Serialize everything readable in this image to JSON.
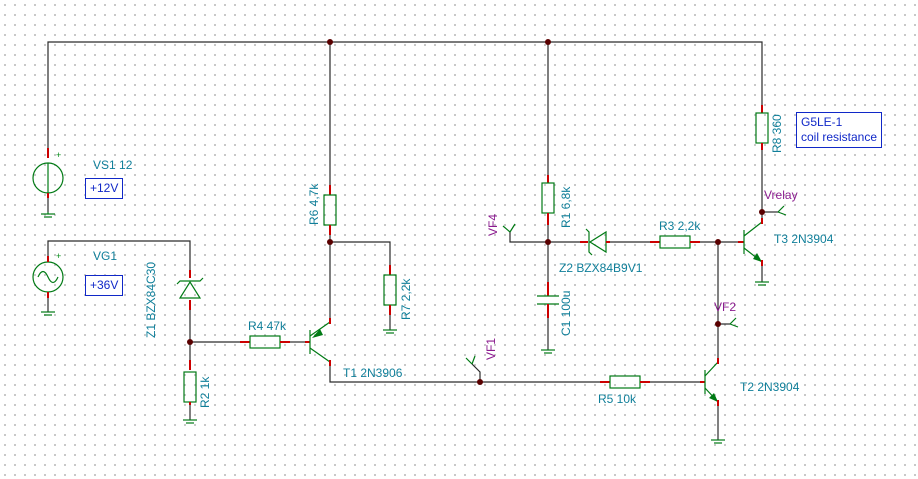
{
  "components": {
    "vs1": {
      "label": "VS1 12",
      "value_box": "+12V"
    },
    "vg1": {
      "label": "VG1",
      "value_box": "+36V"
    },
    "z1": {
      "label": "Z1 BZX84C30"
    },
    "r2": {
      "label": "R2 1k"
    },
    "r4": {
      "label": "R4 47k"
    },
    "r6": {
      "label": "R6 4,7k"
    },
    "r7": {
      "label": "R7 2,2k"
    },
    "t1": {
      "label": "T1 2N3906"
    },
    "r1": {
      "label": "R1 6,8k"
    },
    "c1": {
      "label": "C1 100u"
    },
    "z2": {
      "label": "Z2 BZX84B9V1"
    },
    "r3": {
      "label": "R3 2,2k"
    },
    "r5": {
      "label": "R5 10k"
    },
    "t2": {
      "label": "T2 2N3904"
    },
    "t3": {
      "label": "T3 2N3904"
    },
    "r8": {
      "label": "R8 360",
      "note_lines": [
        "G5LE-1",
        "coil resistance"
      ]
    }
  },
  "probes": {
    "vf1": "VF1",
    "vf2": "VF2",
    "vf4": "VF4",
    "vrelay": "Vrelay"
  },
  "colors": {
    "wire": "#2a2a2a",
    "component": "#007a14",
    "label": "#0f7f9a",
    "probe_label": "#8b1c8f",
    "box": "#1028c8",
    "junction": "#5a0000",
    "pin_mark": "#cc0000"
  }
}
